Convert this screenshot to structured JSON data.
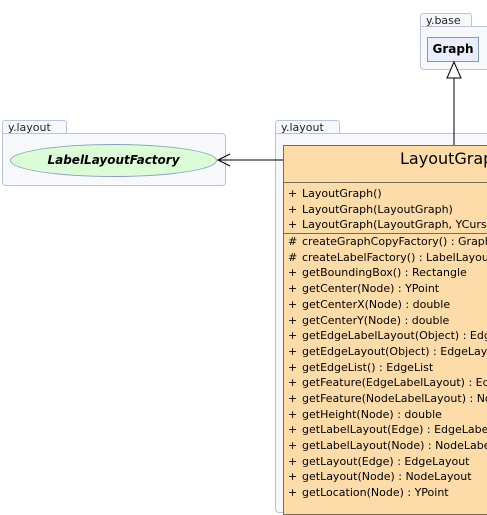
{
  "packages": {
    "ybase": {
      "name": "y.base"
    },
    "ylayout_left": {
      "name": "y.layout"
    },
    "ylayout_right": {
      "name": "y.layout"
    }
  },
  "graph_class": {
    "name": "Graph"
  },
  "label_factory": {
    "name": "LabelLayoutFactory"
  },
  "layout_graph": {
    "name": "LayoutGraph",
    "constructors": [
      {
        "vis": "+",
        "sig": "LayoutGraph()"
      },
      {
        "vis": "+",
        "sig": "LayoutGraph(LayoutGraph)"
      },
      {
        "vis": "+",
        "sig": "LayoutGraph(LayoutGraph, YCursor)"
      }
    ],
    "methods": [
      {
        "vis": "#",
        "sig": "createGraphCopyFactory() : GraphCopier.CopyFactory"
      },
      {
        "vis": "#",
        "sig": "createLabelFactory() : LabelLayoutFactory"
      },
      {
        "vis": "+",
        "sig": "getBoundingBox() : Rectangle"
      },
      {
        "vis": "+",
        "sig": "getCenter(Node) : YPoint"
      },
      {
        "vis": "+",
        "sig": "getCenterX(Node) : double"
      },
      {
        "vis": "+",
        "sig": "getCenterY(Node) : double"
      },
      {
        "vis": "+",
        "sig": "getEdgeLabelLayout(Object) : EdgeLabelLayout[]"
      },
      {
        "vis": "+",
        "sig": "getEdgeLayout(Object) : EdgeLayout"
      },
      {
        "vis": "+",
        "sig": "getEdgeList() : EdgeList"
      },
      {
        "vis": "+",
        "sig": "getFeature(EdgeLabelLayout) : EdgeLayout"
      },
      {
        "vis": "+",
        "sig": "getFeature(NodeLabelLayout) : NodeLayout"
      },
      {
        "vis": "+",
        "sig": "getHeight(Node) : double"
      },
      {
        "vis": "+",
        "sig": "getLabelLayout(Edge) : EdgeLabelLayout[]"
      },
      {
        "vis": "+",
        "sig": "getLabelLayout(Node) : NodeLabelLayout[]"
      },
      {
        "vis": "+",
        "sig": "getLayout(Edge) : EdgeLayout"
      },
      {
        "vis": "+",
        "sig": "getLayout(Node) : NodeLayout"
      },
      {
        "vis": "+",
        "sig": "getLocation(Node) : YPoint"
      }
    ]
  }
}
